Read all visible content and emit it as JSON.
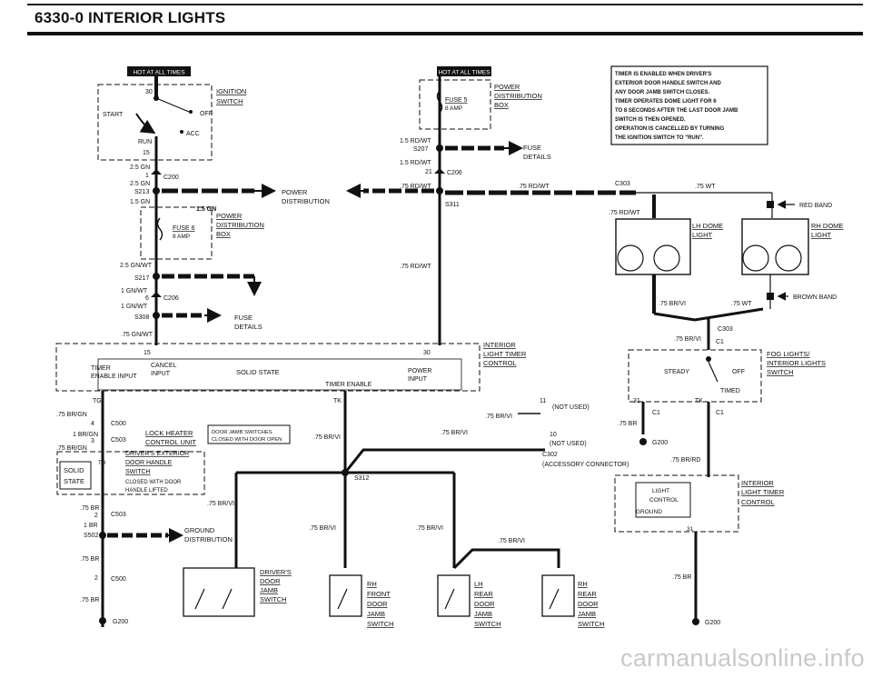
{
  "title": "6330-0  INTERIOR LIGHTS",
  "watermark": "carmanualsonline.info",
  "hot_labels": [
    "HOT AT ALL TIMES",
    "HOT AT ALL TIMES"
  ],
  "timer_note": [
    "TIMER IS ENABLED WHEN DRIVER'S",
    "EXTERIOR DOOR HANDLE SWITCH AND",
    "ANY DOOR JAMB SWITCH CLOSES.",
    "TIMER OPERATES DOME LIGHT FOR 6",
    "TO 8 SECONDS AFTER THE LAST DOOR JAMB",
    "SWITCH IS THEN OPENED.",
    "OPERATION IS CANCELLED BY TURNING",
    "THE IGNITION SWITCH TO \"RUN\"."
  ],
  "ignition": {
    "label1": "IGNITION",
    "label2": "SWITCH",
    "start": "START",
    "off": "OFF",
    "acc": "ACC",
    "run": "RUN",
    "t30": "30",
    "t15": "15"
  },
  "fuse5": {
    "name": "FUSE 5",
    "amp": "8 AMP",
    "box1": "POWER",
    "box2": "DISTRIBUTION",
    "box3": "BOX"
  },
  "fuse6": {
    "name": "FUSE 6",
    "amp": "8 AMP",
    "box1": "POWER",
    "box2": "DISTRIBUTION",
    "box3": "BOX"
  },
  "wires": {
    "w25gn": "2.5 GN",
    "w1": "1",
    "c200": "C200",
    "w25gn2": "2.5 GN",
    "s213": "S213",
    "w15gn": "1.5 GN",
    "w15gn2": "1.5 GN",
    "w25gnwt": "2.5 GN/WT",
    "s217": "S217",
    "w1gnwt": "1 GN/WT",
    "w6": "6",
    "c206": "C206",
    "w1gnwt2": "1 GN/WT",
    "s308": "S308",
    "w75gnwt": ".75 GN/WT",
    "rd1": "1.5 RD/WT",
    "s207": "S207",
    "rd2": "1.5 RD/WT",
    "w21": "21",
    "c206b": "C206",
    "rd3": ".75 RD/WT",
    "s311": "S311",
    "rd4": ".75 RD/WT",
    "rd5": ".75 RD/WT",
    "rd6": ".75 RD/WT",
    "c303": "C303",
    "wt1": ".75 WT",
    "brvi1": ".75 BR/VI",
    "wt2": ".75 WT",
    "c303b": "C303",
    "brvi2": ".75 BR/VI",
    "c1": "C1",
    "brgn1": ".75 BR/GN",
    "w4": "4",
    "c500": "C500",
    "brgn2": "1 BR/GN",
    "w3": "3",
    "c503": "C503",
    "brgn3": ".75 BR/GN",
    "brvi3": ".75 BR/VI",
    "brvi4": ".75 BR/VI",
    "brvi5": ".75 BR/VI",
    "brvi6": ".75 BR/VI",
    "brvi7": ".75 BR/VI",
    "brvi8": ".75 BR/VI",
    "n11": "11",
    "notused1": "(NOT USED)",
    "n10": "10",
    "notused2": "(NOT USED)",
    "c302": "C302",
    "acc": "(ACCESSORY CONNECTOR)",
    "s312": "S312",
    "br1": ".75 BR",
    "n2": "2",
    "c503b": "C503",
    "br2": "1 BR",
    "s502": "S502",
    "br3": ".75 BR",
    "n2b": "2",
    "c500b": "C500",
    "br4": ".75 BR",
    "g200a": "G200",
    "g200b": "G200",
    "g200c": "G200",
    "br5": ".75 BR",
    "c1b": "C1",
    "c1c": "C1",
    "brrd": ".75 BR/RD",
    "br6": ".75 BR",
    "n31": "31"
  },
  "dist1": "POWER",
  "dist2": "DISTRIBUTION",
  "fuse_details": [
    "FUSE",
    "DETAILS"
  ],
  "fuse_details2": [
    "FUSE",
    "DETAILS"
  ],
  "timer": {
    "t15": "15",
    "t30": "30",
    "timer": "TIMER",
    "enable": "ENABLE INPUT",
    "cancel": "CANCEL",
    "input": "INPUT",
    "solid": "SOLID STATE",
    "power": "POWER",
    "pinput": "INPUT",
    "tenable": "TIMER ENABLE",
    "tg": "TG",
    "tk": "TK",
    "lab1": "INTERIOR",
    "lab2": "LIGHT TIMER",
    "lab3": "CONTROL"
  },
  "lock_heater": [
    "LOCK HEATER",
    "CONTROL UNIT"
  ],
  "door_note": [
    "DOOR JAMB SWITCHES",
    "CLOSED WITH DOOR OPEN"
  ],
  "ext_handle": {
    "solid": "SOLID",
    "state": "STATE",
    "to": "TO",
    "l1": "DRIVER'S EXTERIOR",
    "l2": "DOOR HANDLE",
    "l3": "SWITCH",
    "l4": "CLOSED WITH DOOR",
    "l5": "HANDLE LIFTED"
  },
  "ground_dist": [
    "GROUND",
    "DISTRIBUTION"
  ],
  "switches": [
    {
      "l1": "DRIVER'S",
      "l2": "DOOR",
      "l3": "JAMB",
      "l4": "SWITCH"
    },
    {
      "l1": "RH",
      "l2": "FRONT",
      "l3": "DOOR",
      "l4": "JAMB",
      "l5": "SWITCH"
    },
    {
      "l1": "LH",
      "l2": "REAR",
      "l3": "DOOR",
      "l4": "JAMB",
      "l5": "SWITCH"
    },
    {
      "l1": "RH",
      "l2": "REAR",
      "l3": "DOOR",
      "l4": "JAMB",
      "l5": "SWITCH"
    }
  ],
  "domes": {
    "lh1": "LH DOME",
    "lh2": "LIGHT",
    "rh1": "RH DOME",
    "rh2": "LIGHT",
    "red": "RED BAND",
    "brown": "BROWN BAND"
  },
  "fog": {
    "l1": "FOG LIGHTS/",
    "l2": "INTERIOR LIGHTS",
    "l3": "SWITCH",
    "steady": "STEADY",
    "off": "OFF",
    "timed": "TIMED",
    "t31": "31",
    "tk": "TK"
  },
  "ilt2": {
    "light": "LIGHT",
    "control": "CONTROL",
    "ground": "GROUND",
    "l1": "INTERIOR",
    "l2": "LIGHT TIMER",
    "l3": "CONTROL"
  }
}
